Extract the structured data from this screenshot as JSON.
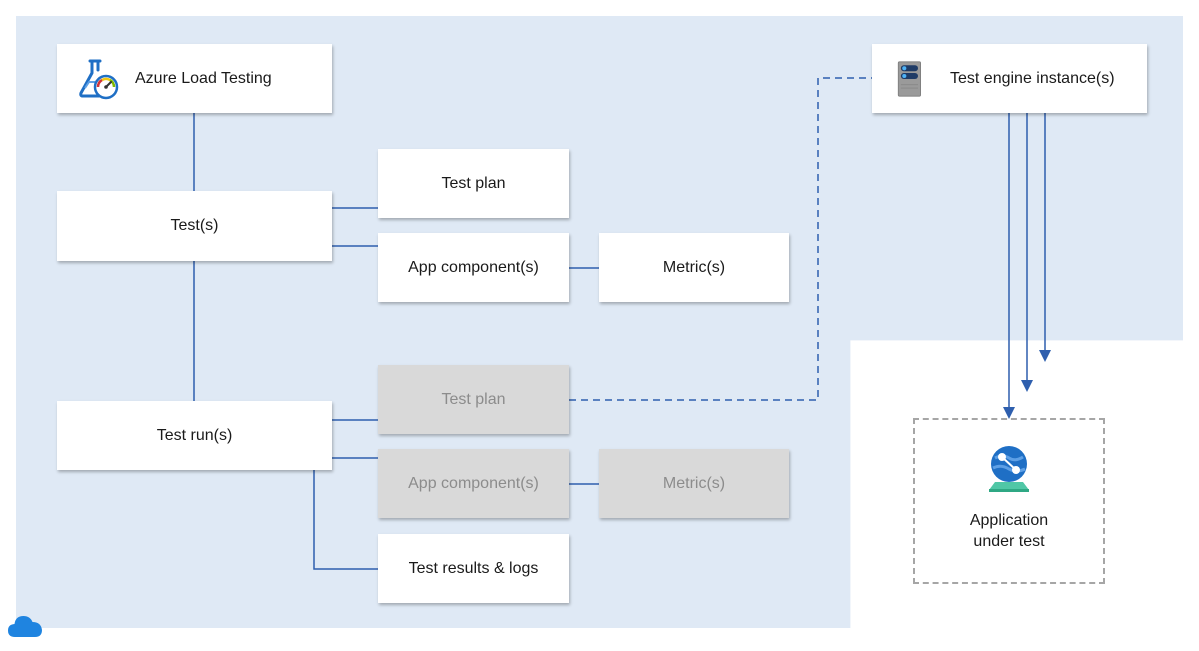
{
  "diagram": {
    "azure_load_testing": {
      "label": "Azure Load Testing",
      "icon": "beaker-gauge-icon"
    },
    "tests": {
      "label": "Test(s)"
    },
    "test_plan": {
      "label": "Test plan"
    },
    "app_components": {
      "label": "App component(s)"
    },
    "metrics": {
      "label": "Metric(s)"
    },
    "test_runs": {
      "label": "Test run(s)"
    },
    "run_test_plan": {
      "label": "Test plan"
    },
    "run_app_components": {
      "label": "App component(s)"
    },
    "run_metrics": {
      "label": "Metric(s)"
    },
    "test_results_logs": {
      "label": "Test results & logs"
    },
    "test_engine": {
      "label": "Test engine instance(s)",
      "icon": "server-icon"
    },
    "app_under_test": {
      "label_line1": "Application",
      "label_line2": "under test",
      "icon": "web-app-globe-icon"
    },
    "cloud": {
      "icon": "cloud-icon"
    }
  },
  "colors": {
    "background": "#dfe9f5",
    "connector": "#2f5fae",
    "ghost_box": "#d9d9d9",
    "ghost_text": "#8c8c8c",
    "dashed_border": "#a6a6a6"
  }
}
